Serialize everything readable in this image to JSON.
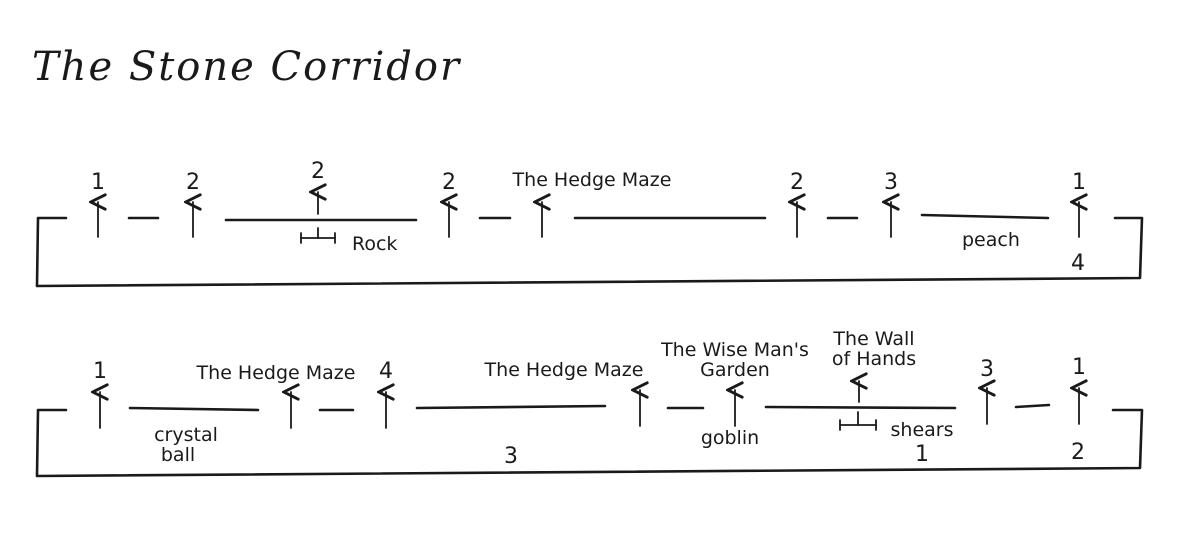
{
  "title": "The Stone Corridor",
  "row1": {
    "exit_numbers": [
      "1",
      "2",
      "2",
      "2",
      "2",
      "3",
      "1"
    ],
    "labels": {
      "hedge_maze": "The Hedge Maze",
      "rock": "Rock",
      "peach": "peach",
      "bottom_number": "4"
    }
  },
  "row2": {
    "exit_numbers": [
      "1",
      "4",
      "3",
      "1"
    ],
    "labels": {
      "hedge_maze_a": "The Hedge Maze",
      "hedge_maze_b": "The Hedge Maze",
      "wise_man_line1": "The Wise Man's",
      "wise_man_line2": "Garden",
      "wall_line1": "The Wall",
      "wall_line2": "of Hands",
      "crystal_line1": "crystal",
      "crystal_line2": "ball",
      "goblin": "goblin",
      "shears": "shears",
      "bottom_number_a": "3",
      "bottom_number_b": "1",
      "bottom_number_c": "2"
    }
  }
}
